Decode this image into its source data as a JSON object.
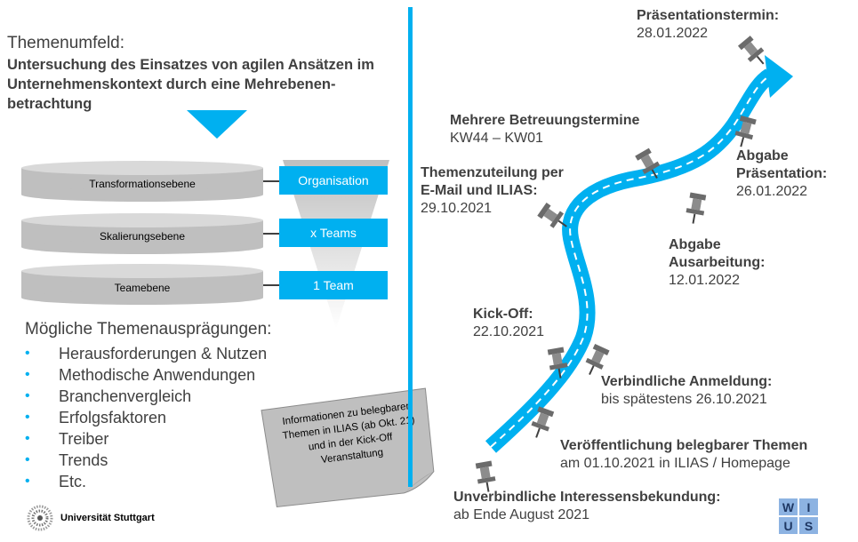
{
  "topic": {
    "heading": "Themenumfeld:",
    "title": "Untersuchung des Einsatzes von agilen Ansätzen im Unternehmenskontext durch eine Mehrebenen-betrachtung"
  },
  "levels": [
    {
      "name": "Transformationsebene",
      "scope": "Organisation"
    },
    {
      "name": "Skalierungsebene",
      "scope": "x Teams"
    },
    {
      "name": "Teamebene",
      "scope": "1 Team"
    }
  ],
  "aspects": {
    "heading": "Mögliche Themenausprägungen:",
    "bullet": "•",
    "items": [
      "Herausforderungen & Nutzen",
      "Methodische Anwendungen",
      "Branchenvergleich",
      "Erfolgsfaktoren",
      "Treiber",
      "Trends",
      "Etc."
    ]
  },
  "note": {
    "line1": "Informationen zu belegbaren",
    "line2": "Themen in ILIAS (ab Okt. 21)",
    "line3": "und in der Kick-Off",
    "line4": "Veranstaltung"
  },
  "footer": {
    "university": "Universität Stuttgart",
    "logo_letters": [
      "W",
      "I",
      "U",
      "S"
    ]
  },
  "timeline": {
    "m1": {
      "title": "Unverbindliche Interessensbekundung:",
      "date": "ab Ende August 2021"
    },
    "m2": {
      "title": "Veröffentlichung belegbarer Themen",
      "date": "am 01.10.2021 in ILIAS / Homepage"
    },
    "m3": {
      "title": "Verbindliche Anmeldung:",
      "date": "bis spätestens 26.10.2021"
    },
    "m4": {
      "title": "Kick-Off:",
      "date": "22.10.2021"
    },
    "m5": {
      "title1": "Themenzuteilung per",
      "title2": "E-Mail und ILIAS:",
      "date": "29.10.2021"
    },
    "m6": {
      "title": "Mehrere Betreuungstermine",
      "date": "KW44 – KW01"
    },
    "m7": {
      "title1": "Abgabe",
      "title2": "Ausarbeitung:",
      "date": "12.01.2022"
    },
    "m8": {
      "title1": "Abgabe",
      "title2": "Präsentation:",
      "date": "26.01.2022"
    },
    "m9": {
      "title": "Präsentationstermin:",
      "date": "28.01.2022"
    }
  },
  "colors": {
    "accent": "#00b0f0",
    "text": "#404040",
    "cylinder": "#bfbfbf",
    "note": "#bfbfbf"
  }
}
